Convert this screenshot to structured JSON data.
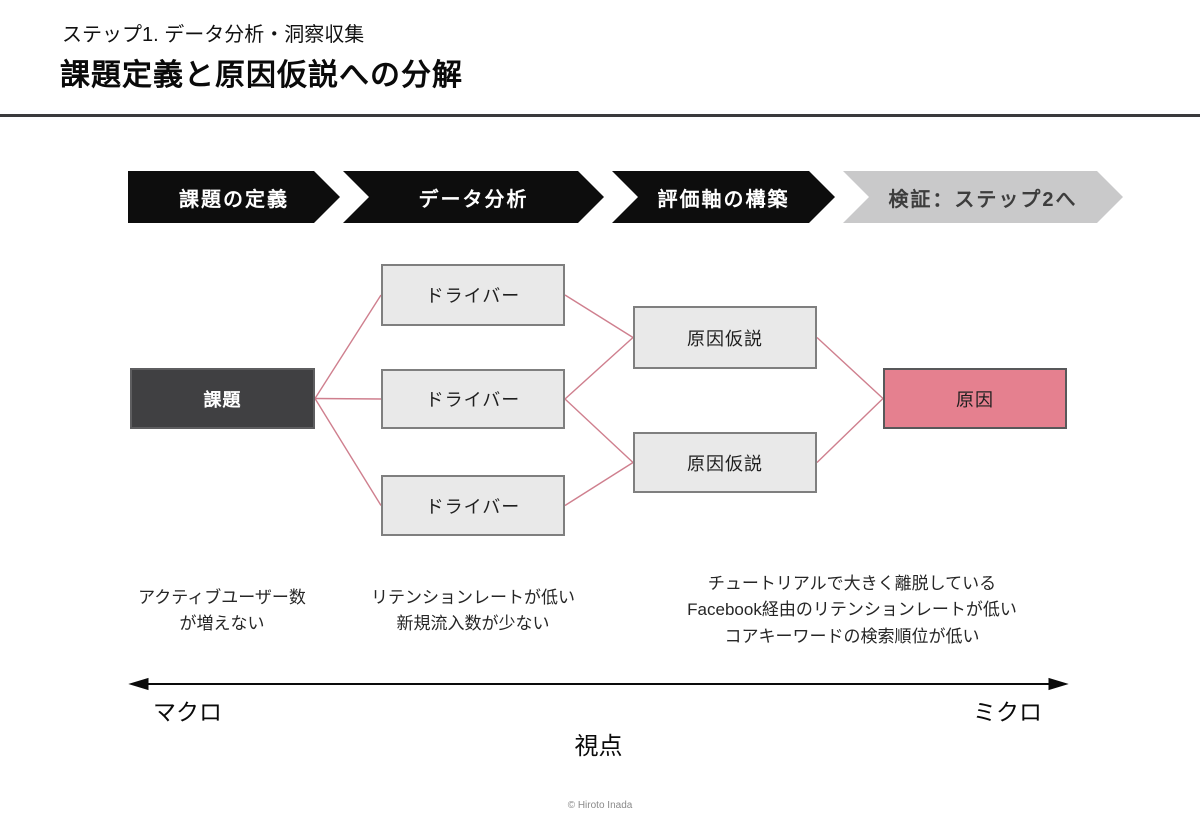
{
  "header": {
    "subtitle": "ステップ1. データ分析・洞察収集",
    "title": "課題定義と原因仮説への分解"
  },
  "process_steps": [
    {
      "label": "課題の定義",
      "style": "black"
    },
    {
      "label": "データ分析",
      "style": "black"
    },
    {
      "label": "評価軸の構築",
      "style": "black"
    },
    {
      "label": "検証：ステップ2へ",
      "style": "gray"
    }
  ],
  "diagram": {
    "nodes": [
      {
        "id": "issue",
        "label": "課題",
        "type": "dark"
      },
      {
        "id": "driver1",
        "label": "ドライバー",
        "type": "light"
      },
      {
        "id": "driver2",
        "label": "ドライバー",
        "type": "light"
      },
      {
        "id": "driver3",
        "label": "ドライバー",
        "type": "light"
      },
      {
        "id": "hypothesis1",
        "label": "原因仮説",
        "type": "light"
      },
      {
        "id": "hypothesis2",
        "label": "原因仮説",
        "type": "light"
      },
      {
        "id": "cause",
        "label": "原因",
        "type": "pink"
      }
    ],
    "edges": [
      {
        "from": "issue",
        "to": "driver1"
      },
      {
        "from": "issue",
        "to": "driver2"
      },
      {
        "from": "issue",
        "to": "driver3"
      },
      {
        "from": "driver1",
        "to": "hypothesis1"
      },
      {
        "from": "driver2",
        "to": "hypothesis1"
      },
      {
        "from": "driver2",
        "to": "hypothesis2"
      },
      {
        "from": "driver3",
        "to": "hypothesis2"
      },
      {
        "from": "hypothesis1",
        "to": "cause"
      },
      {
        "from": "hypothesis2",
        "to": "cause"
      }
    ],
    "edge_color": "#cf7f8e"
  },
  "annotations": [
    {
      "text": "アクティブユーザー数\nが増えない"
    },
    {
      "text": "リテンションレートが低い\n新規流入数が少ない"
    },
    {
      "text": "チュートリアルで大きく離脱している\nFacebook経由のリテンションレートが低い\nコアキーワードの検索順位が低い"
    }
  ],
  "axis": {
    "left_label": "マクロ",
    "right_label": "ミクロ",
    "title": "視点"
  },
  "footer": {
    "copyright": "© Hiroto Inada"
  },
  "colors": {
    "step_black": "#0d0d0d",
    "step_gray": "#c9c9ca",
    "issue_box": "#404042",
    "light_box": "#e9e9e9",
    "cause_box": "#e5808f",
    "edge_line": "#cf7f8e",
    "title_rule": "#3a3a3c"
  }
}
